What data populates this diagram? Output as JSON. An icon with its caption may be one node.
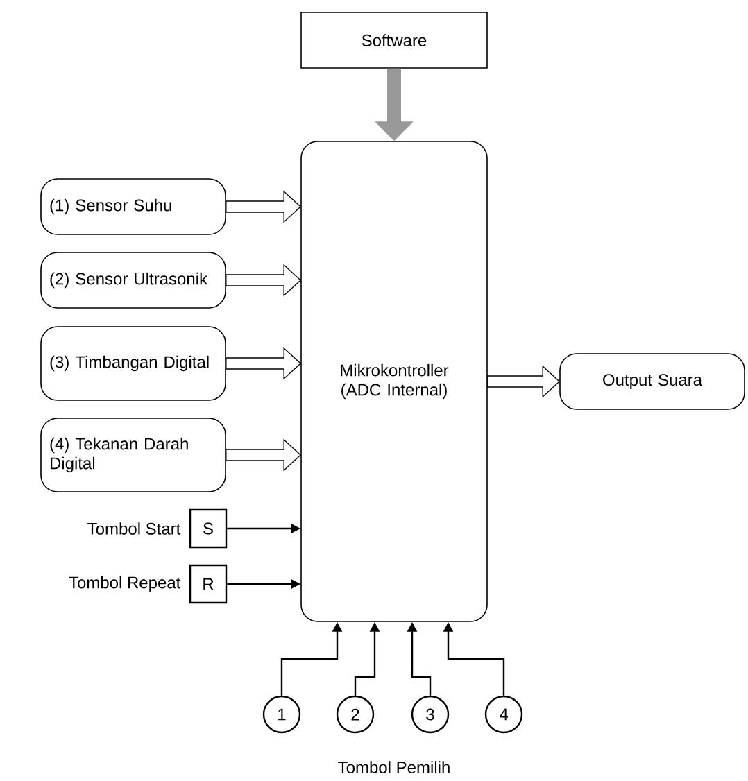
{
  "diagram": {
    "nodes": [
      {
        "text": [
          "Software"
        ]
      },
      {
        "text": [
          "Mikrokontroller (ADC Internal)"
        ]
      },
      {
        "text": [
          "(1) Sensor Suhu"
        ]
      },
      {
        "text": [
          "(2) Sensor Ultrasonik"
        ]
      },
      {
        "text": [
          "(3) Timbangan Digital"
        ]
      },
      {
        "text": [
          "(4) Tekanan Darah Digital"
        ]
      },
      {
        "text": [
          "Output Suara"
        ]
      },
      {
        "text": [
          "S"
        ],
        "beside": [
          "Tombol Start"
        ]
      },
      {
        "text": [
          "R"
        ],
        "beside": [
          "Tombol Repeat"
        ]
      },
      {
        "text": [
          "1"
        ]
      },
      {
        "text": [
          "2"
        ]
      },
      {
        "text": [
          "3"
        ]
      },
      {
        "text": [
          "4"
        ]
      }
    ],
    "edges": [
      {
        "from": 0,
        "to": 1,
        "arrow": "to",
        "style": "thick",
        "color": "#999999"
      },
      {
        "from": 2,
        "to": 1,
        "arrow": "to",
        "style": "thick"
      },
      {
        "from": 3,
        "to": 1,
        "arrow": "to",
        "style": "thick"
      },
      {
        "from": 4,
        "to": 1,
        "arrow": "to",
        "style": "thick"
      },
      {
        "from": 5,
        "to": 1,
        "arrow": "to",
        "style": "thick"
      },
      {
        "from": 1,
        "to": 6,
        "arrow": "to",
        "style": "thick"
      },
      {
        "from": 7,
        "to": 1,
        "arrow": "to"
      },
      {
        "from": 8,
        "to": 1,
        "arrow": "to"
      },
      {
        "from": 9,
        "to": 1,
        "arrow": "to"
      },
      {
        "from": 10,
        "to": 1,
        "arrow": "to"
      },
      {
        "from": 11,
        "to": 1,
        "arrow": "to"
      },
      {
        "from": 12,
        "to": 1,
        "arrow": "to"
      }
    ],
    "labels": [
      "Tombol Pemilih"
    ]
  }
}
